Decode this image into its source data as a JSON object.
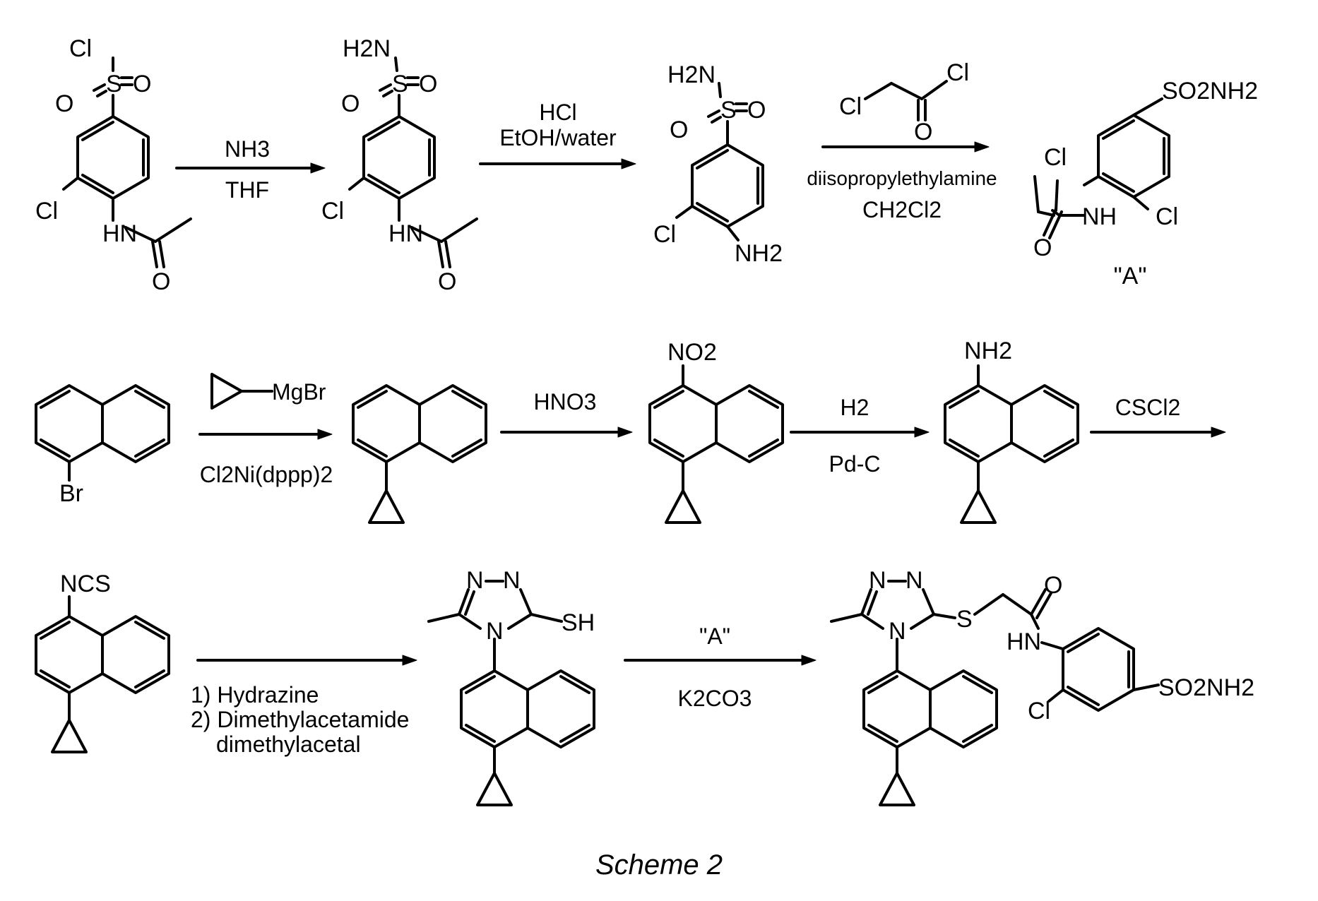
{
  "caption": "Scheme 2",
  "reagents": {
    "r1": {
      "line1": "NH3",
      "line2": "THF"
    },
    "r2": {
      "line1": "HCl",
      "line2": "EtOH/water"
    },
    "r3": {
      "line1": "diisopropylethylamine",
      "line2": "CH2Cl2"
    },
    "r4": {
      "line1": "MgBr",
      "line2": "Cl2Ni(dppp)2"
    },
    "r5": {
      "line1": "HNO3"
    },
    "r6": {
      "line1": "H2",
      "line2": "Pd-C"
    },
    "r7": {
      "line1": "CSCl2"
    },
    "r8": {
      "line1": "1) Hydrazine",
      "line2": "2) Dimethylacetamide",
      "line3": "dimethylacetal"
    },
    "r9": {
      "line1": "\"A\"",
      "line2": "K2CO3"
    }
  },
  "compounds": {
    "intermediate_a": "\"A\""
  },
  "atoms": {
    "cl": "Cl",
    "o": "O",
    "s": "S",
    "n": "N",
    "br": "Br",
    "hn": "HN",
    "nh": "NH",
    "h2n": "H2N",
    "nh2": "NH2",
    "no2": "NO2",
    "so2nh2": "SO2NH2",
    "ncs": "NCS",
    "sh": "SH"
  }
}
